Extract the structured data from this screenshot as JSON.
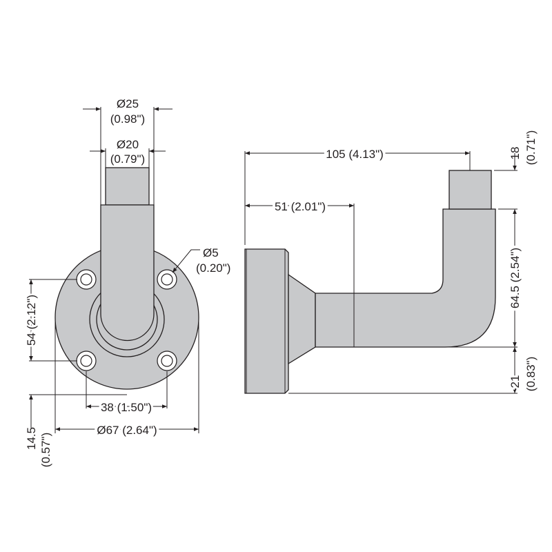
{
  "front_view": {
    "tube_outer": {
      "dia": "Ø25",
      "inch": "(0.98\")"
    },
    "tube_inner": {
      "dia": "Ø20",
      "inch": "(0.79\")"
    },
    "hole": {
      "dia": "Ø5",
      "inch": "(0.20\")"
    },
    "hole_vertical_spacing": "54 (2.12\")",
    "hole_offset": {
      "value": "14.5",
      "inch": "(0.57\")"
    },
    "hole_horizontal_spacing": "38 (1.50\")",
    "flange_diameter": "Ø67 (2.64\")"
  },
  "side_view": {
    "overall_projection": "105 (4.13\")",
    "neck_length": "51 (2.01\")",
    "top_tube": {
      "value": "18",
      "inch": "(0.71\")"
    },
    "riser_height": "64.5 (2.54\")",
    "arm_offset": {
      "value": "21",
      "inch": "(0.83\")"
    }
  },
  "colors": {
    "part_fill": "#c8c9cb",
    "line": "#231f20"
  }
}
